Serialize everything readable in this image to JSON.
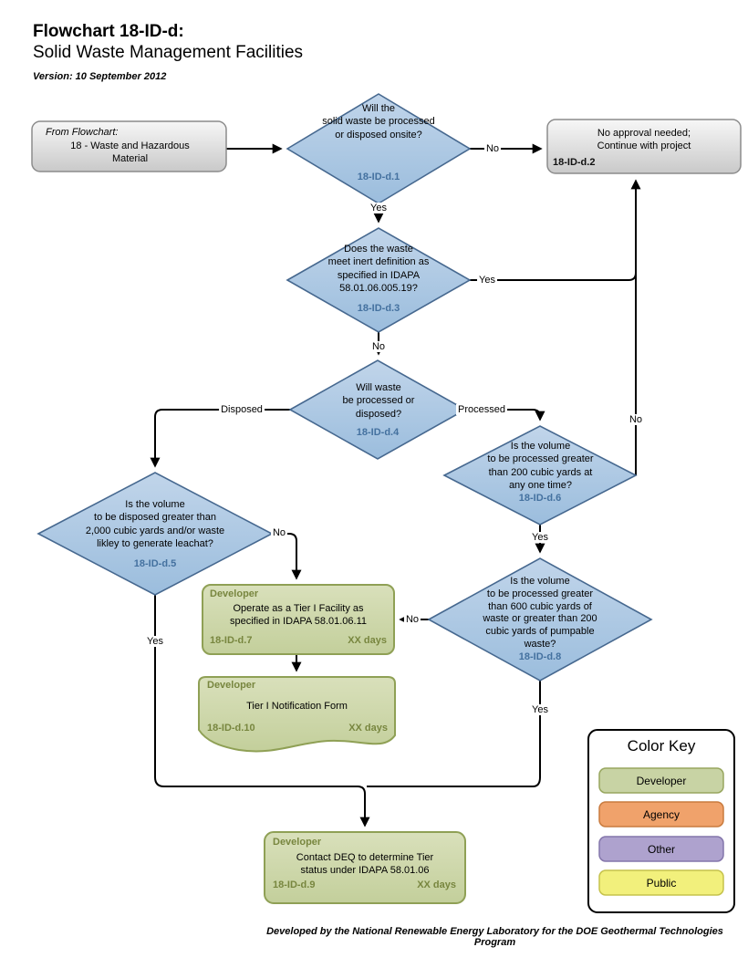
{
  "header": {
    "title_line1": "Flowchart 18-ID-d:",
    "title_line2": "Solid Waste Management Facilities",
    "version": "Version: 10 September 2012"
  },
  "footer": {
    "credit": "Developed by the National Renewable Energy Laboratory for the DOE Geothermal Technologies Program"
  },
  "nodes": {
    "start": {
      "line1": "From Flowchart:",
      "line2": "18 - Waste and Hazardous\nMaterial"
    },
    "d1": {
      "text": "Will the\nsolid waste be processed\nor disposed onsite?",
      "id": "18-ID-d.1"
    },
    "d2": {
      "text": "No approval needed;\nContinue with project",
      "id": "18-ID-d.2"
    },
    "d3": {
      "text": "Does the waste\nmeet inert definition as\nspecified in IDAPA\n58.01.06.005.19?",
      "id": "18-ID-d.3"
    },
    "d4": {
      "text": "Will waste\nbe processed or\ndisposed?",
      "id": "18-ID-d.4"
    },
    "d5": {
      "text": "Is the volume\nto be disposed greater than\n2,000 cubic yards and/or waste\nlikley to generate leachat?",
      "id": "18-ID-d.5"
    },
    "d6": {
      "text": "Is the volume\nto be processed greater\nthan 200 cubic yards at\nany one time?",
      "id": "18-ID-d.6"
    },
    "d7": {
      "role": "Developer",
      "text": "Operate as a Tier I Facility as\nspecified in IDAPA 58.01.06.11",
      "id": "18-ID-d.7",
      "duration": "XX days"
    },
    "d8": {
      "text": "Is the volume\nto be processed greater\nthan 600 cubic yards of\nwaste or greater than 200\ncubic yards of pumpable\nwaste?",
      "id": "18-ID-d.8"
    },
    "d9": {
      "role": "Developer",
      "text": "Contact DEQ to determine Tier\nstatus under IDAPA 58.01.06",
      "id": "18-ID-d.9",
      "duration": "XX days"
    },
    "d10": {
      "role": "Developer",
      "text": "Tier I Notification Form",
      "id": "18-ID-d.10",
      "duration": "XX days"
    }
  },
  "edge_labels": {
    "d1_no": "No",
    "d1_yes": "Yes",
    "d3_yes": "Yes",
    "d3_no": "No",
    "d4_disposed": "Disposed",
    "d4_processed": "Processed",
    "d6_no": "No",
    "d6_yes": "Yes",
    "d5_no": "No",
    "d5_yes": "Yes",
    "d8_no": "No",
    "d8_yes": "Yes"
  },
  "color_key": {
    "title": "Color Key",
    "items": [
      {
        "label": "Developer",
        "fill": "#c8d3a4",
        "border": "#97a65e"
      },
      {
        "label": "Agency",
        "fill": "#f0a26b",
        "border": "#c97b3e"
      },
      {
        "label": "Other",
        "fill": "#aea2ce",
        "border": "#8476ab"
      },
      {
        "label": "Public",
        "fill": "#f2f07c",
        "border": "#c5c24b"
      }
    ]
  },
  "colors": {
    "diamond_fill_top": "#c1d5ea",
    "diamond_fill_bottom": "#9bbddd",
    "diamond_border": "#46688f",
    "diamond_id_text": "#44719f",
    "process_fill_top": "#d9e0bb",
    "process_fill_bottom": "#c3cf9b",
    "process_border": "#8fa055",
    "process_accent_text": "#78863f",
    "terminator_fill_top": "#f7f7f7",
    "terminator_fill_bottom": "#c9c9c9",
    "terminator_border": "#8c8c8c",
    "line": "#000000"
  }
}
